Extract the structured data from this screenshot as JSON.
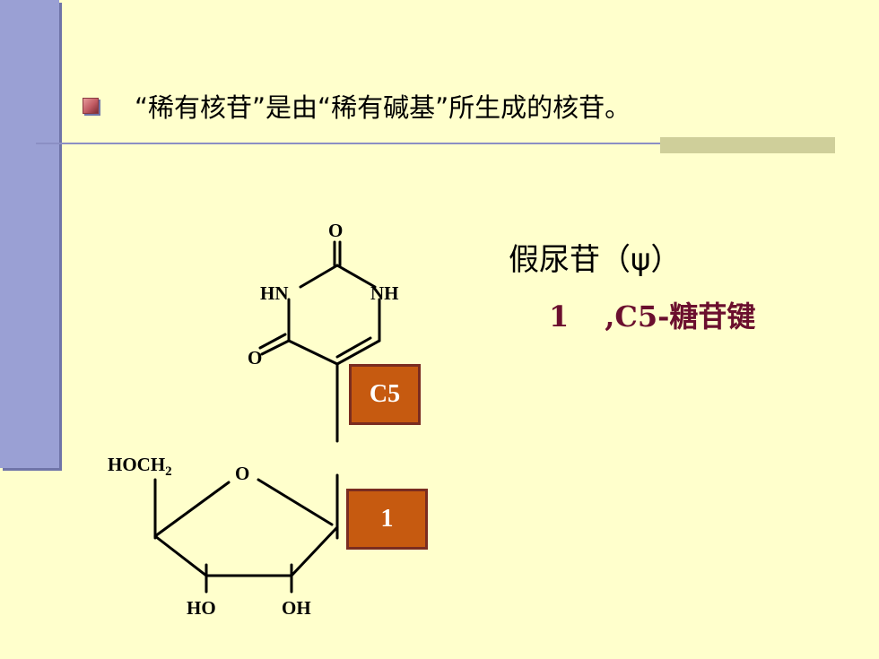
{
  "heading": {
    "text": "“稀有核苷”是由“稀有碱基”所生成的核苷。",
    "bullet_icon": "flower-bullet-icon"
  },
  "title": {
    "text": "假尿苷（ψ）"
  },
  "subtitle": {
    "number": "1",
    "bond_text": ",C5-糖苷键"
  },
  "structure": {
    "atoms": {
      "o_top": "O",
      "hn": "HN",
      "nh": "NH",
      "o_left": "O",
      "hoch2": "HOCH",
      "hoch2_sub": "2",
      "o_ring": "O",
      "ho": "HO",
      "oh": "OH"
    }
  },
  "labels": {
    "c5": "C5",
    "one": "1"
  },
  "colors": {
    "background": "#ffffcc",
    "sidebar": "#9aa0d4",
    "accent_text": "#6b0f2e",
    "label_box": "#c65a10"
  }
}
